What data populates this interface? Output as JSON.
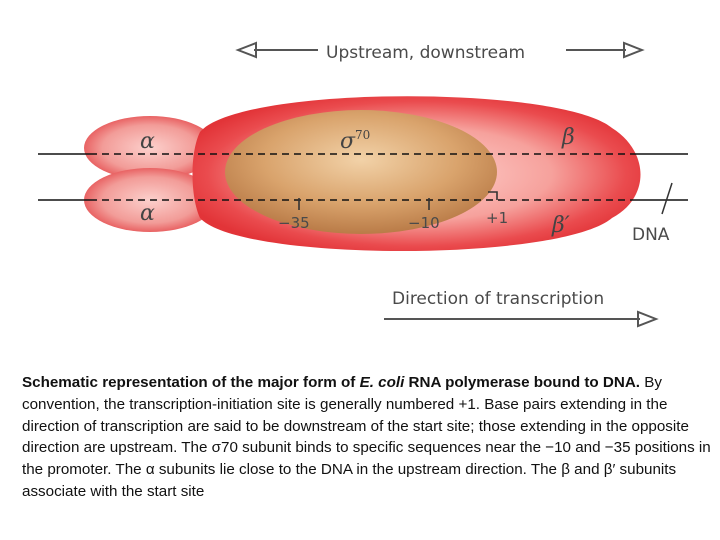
{
  "diagram": {
    "arrow_top_label": "Upstream, downstream",
    "arrow_bottom_label": "Direction of transcription",
    "subunits": {
      "alpha_upper": "α",
      "alpha_lower": "α",
      "sigma": "σ",
      "sigma_sup": "70",
      "beta": "β",
      "beta_prime": "β′"
    },
    "positions": {
      "minus35": "−35",
      "minus10": "−10",
      "plus1": "+1"
    },
    "dna_label": "DNA",
    "colors": {
      "polymerase_red": "#e8383c",
      "sigma_tan": "#c8905a",
      "arrow_gray": "#555555"
    }
  },
  "caption": {
    "bold_1": "Schematic representation of the major form of ",
    "bold_italic": "E. coli",
    "bold_2": " RNA polymerase bound to DNA.",
    "body": " By convention, the transcription-initiation site is generally numbered +1. Base pairs extending in the direction of transcription are said to be downstream of the start site; those extending in the opposite direction are upstream. The σ70 subunit binds to specific sequences near the −10 and −35 positions in the promoter. The α subunits lie close to the DNA in the upstream direction. The β and β′ subunits associate with the start site"
  }
}
